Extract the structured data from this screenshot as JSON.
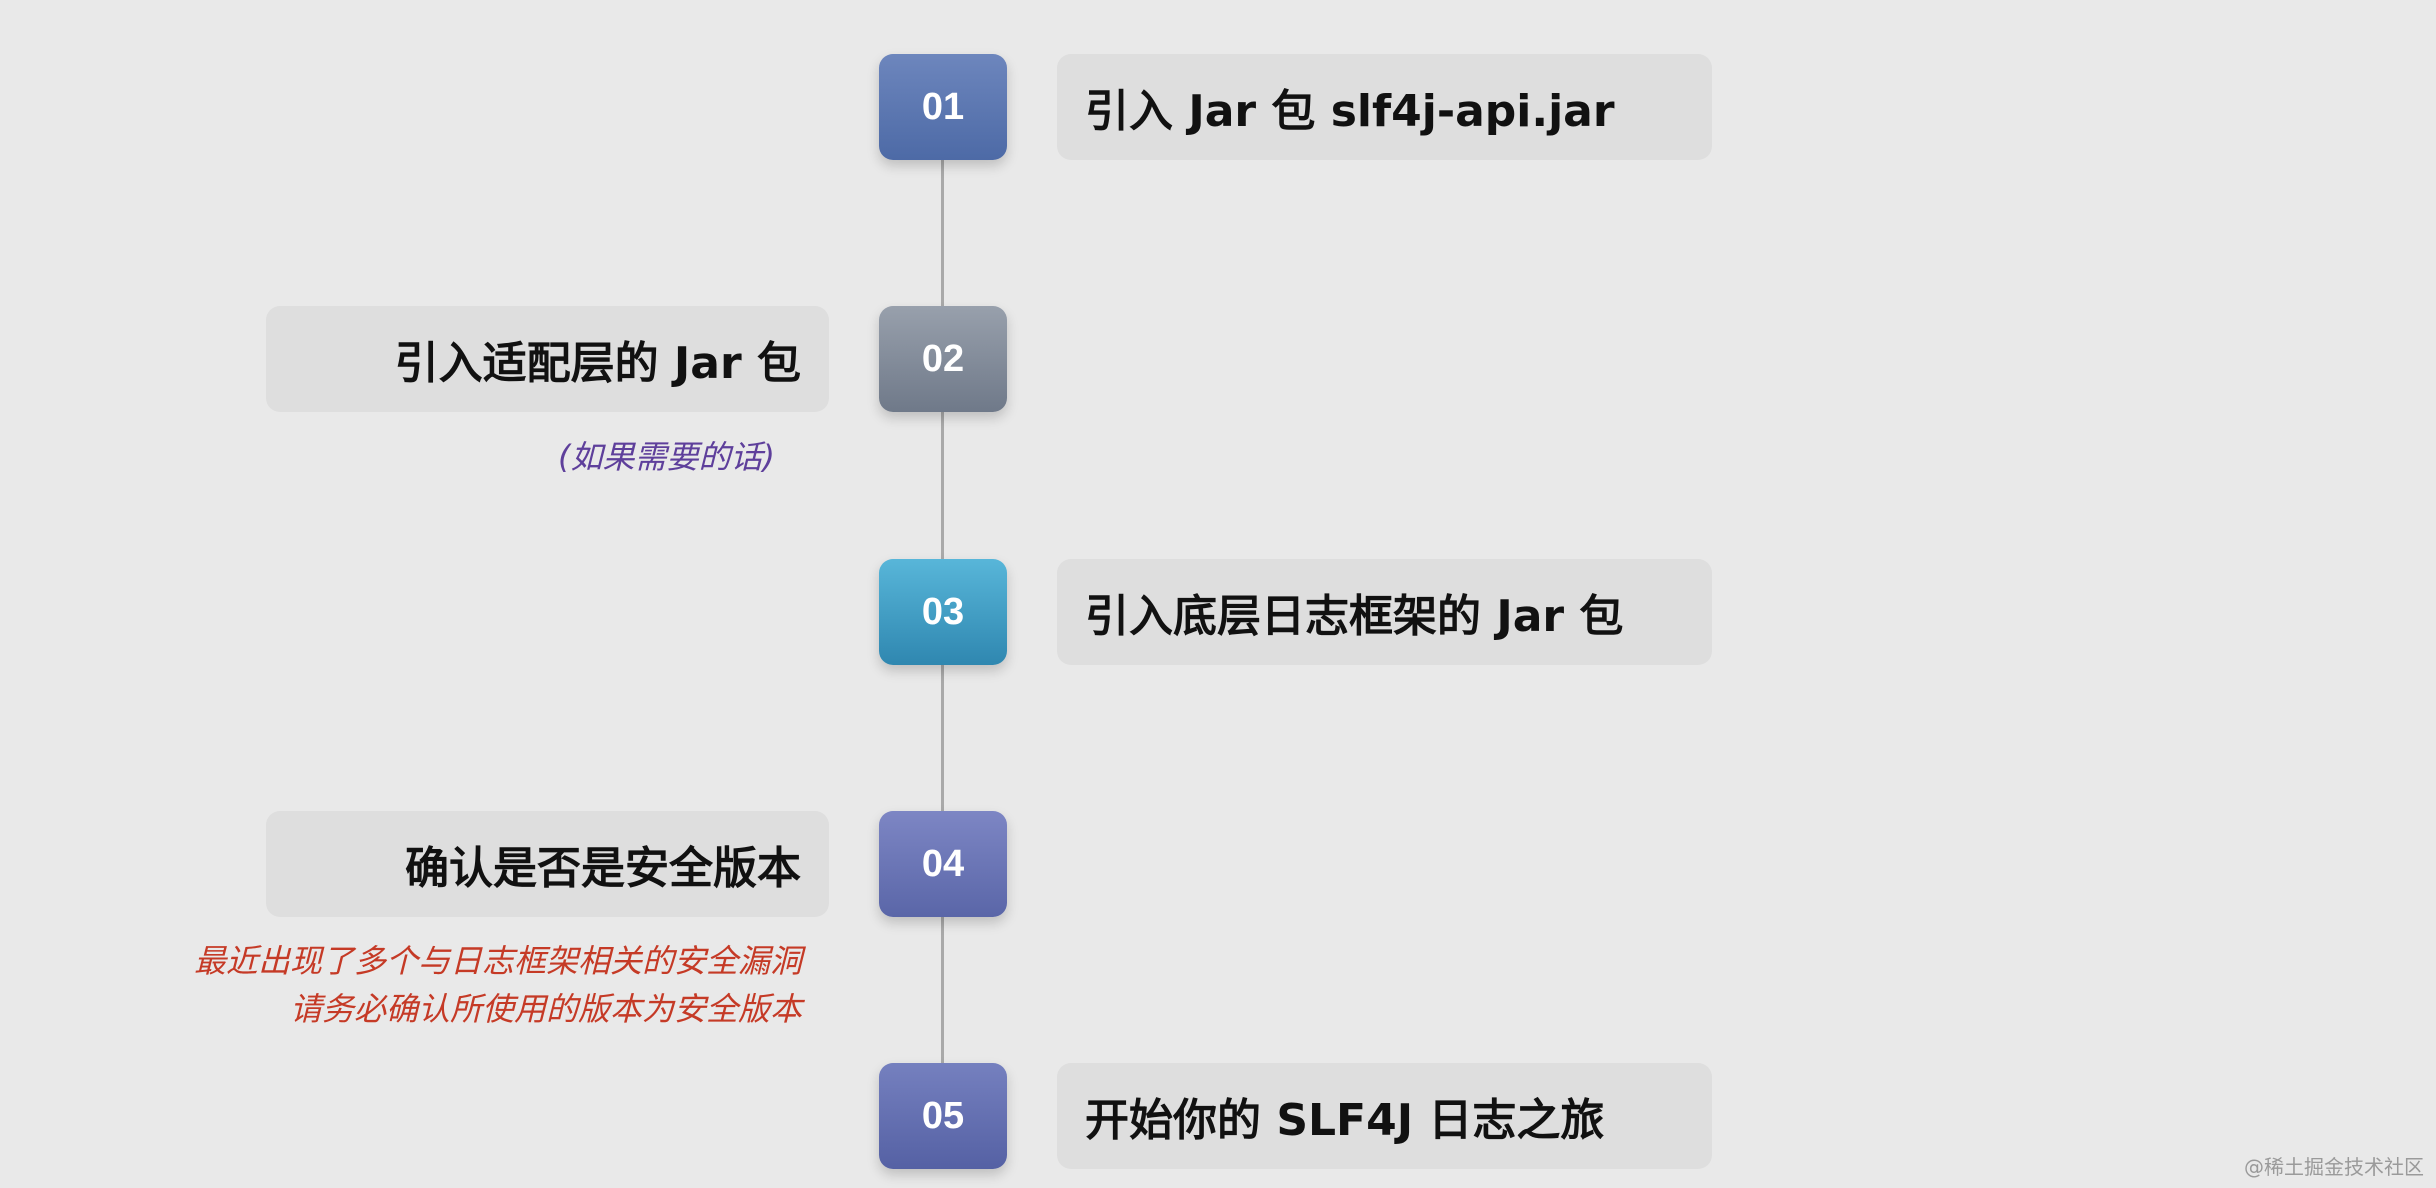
{
  "steps": [
    {
      "number": "01",
      "label": "引入 Jar 包 slf4j-api.jar"
    },
    {
      "number": "02",
      "label": "引入适配层的 Jar 包",
      "note": "(如果需要的话)"
    },
    {
      "number": "03",
      "label": "引入底层日志框架的 Jar 包"
    },
    {
      "number": "04",
      "label": "确认是否是安全版本",
      "note_line1": "最近出现了多个与日志框架相关的安全漏洞",
      "note_line2": "请务必确认所使用的版本为安全版本"
    },
    {
      "number": "05",
      "label": "开始你的 SLF4J 日志之旅"
    }
  ],
  "watermark": "@稀土掘金技术社区",
  "colors": {
    "background": "#e9e9e9",
    "box": "#dedede",
    "badge_1": "#5a76b0",
    "badge_2": "#7f8898",
    "badge_3": "#3c9cc4",
    "badge_4": "#6873b3",
    "badge_5": "#636eb0",
    "note_purple": "#5e3f9b",
    "note_red": "#c53a26"
  }
}
